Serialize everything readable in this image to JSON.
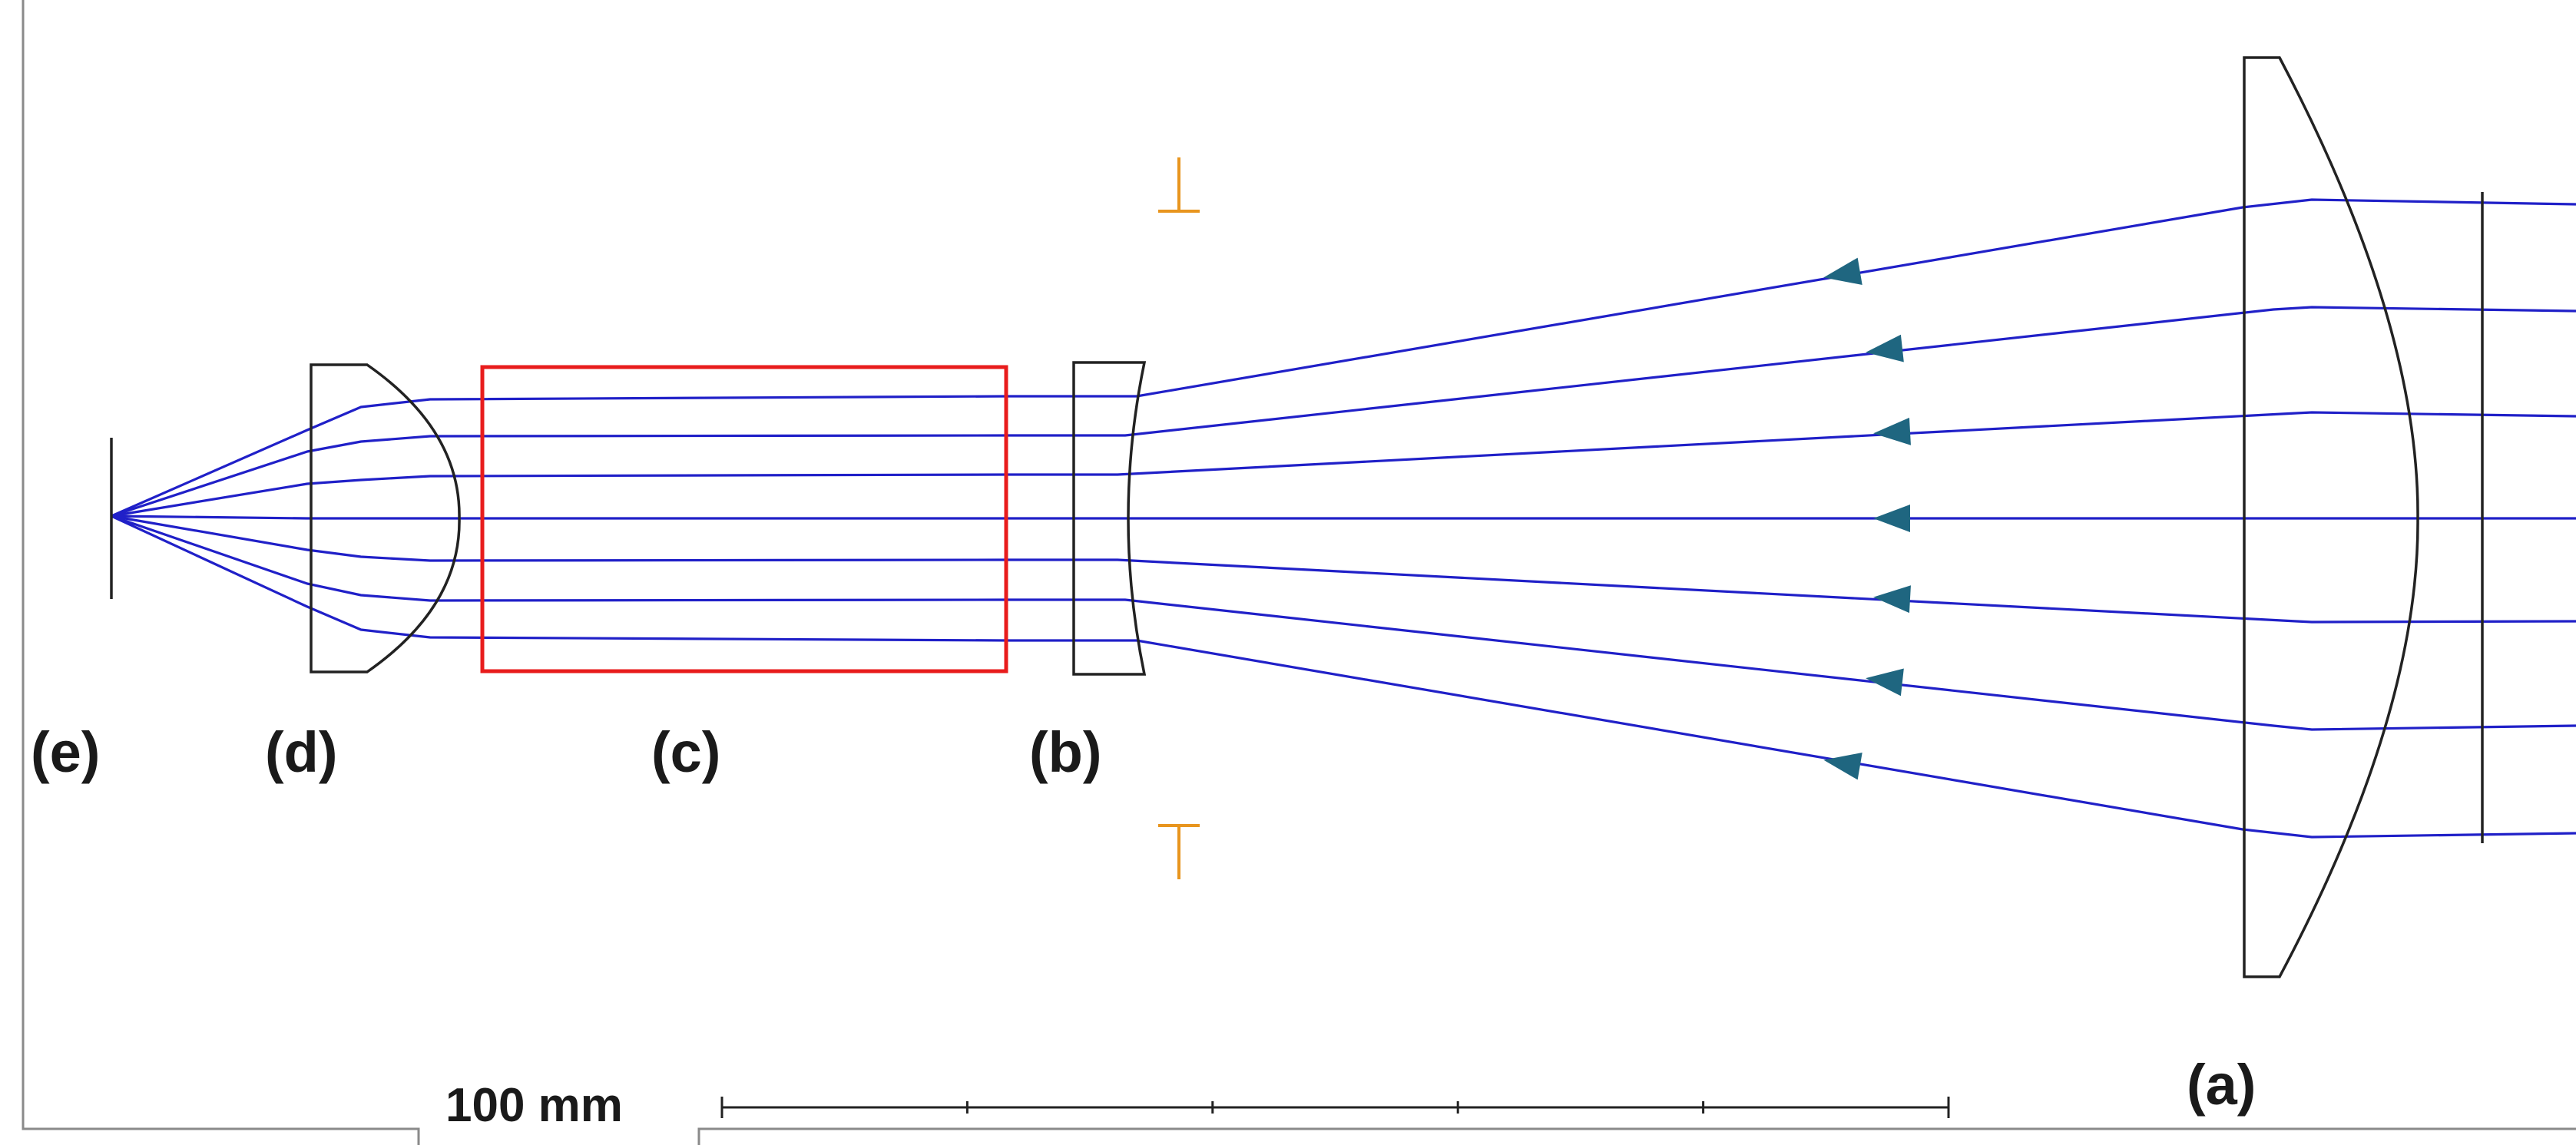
{
  "labels": {
    "a": "(a)",
    "b": "(b)",
    "c": "(c)",
    "d": "(d)",
    "e": "(e)"
  },
  "scale_bar": {
    "label": "100 mm",
    "divisions": 5
  },
  "colors": {
    "ray": "#2020c8",
    "arrow": "#1f6680",
    "lens_outline": "#222222",
    "crystal_box": "#e81c1c",
    "stop_marker": "#e8951e",
    "frame": "#8a8a8a"
  },
  "rays": {
    "count": 7,
    "direction": "right-to-left"
  }
}
